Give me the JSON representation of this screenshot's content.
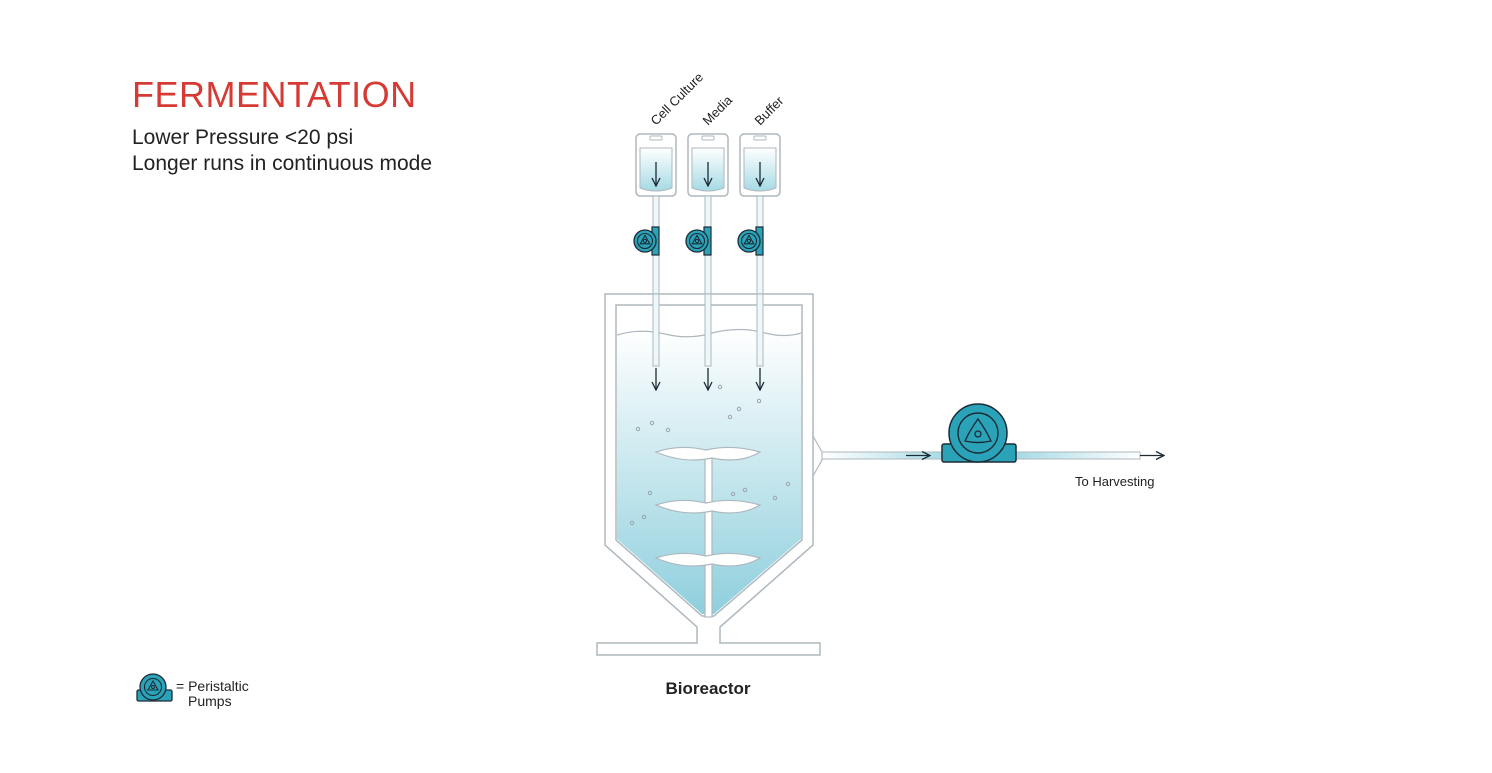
{
  "header": {
    "title": "FERMENTATION",
    "line1": "Lower Pressure <20 psi",
    "line2": "Longer runs in continuous mode"
  },
  "bags": [
    {
      "label": "Cell Culture"
    },
    {
      "label": "Media"
    },
    {
      "label": "Buffer"
    }
  ],
  "vessel_label": "Bioreactor",
  "output_label": "To Harvesting",
  "legend": {
    "line1": "= Peristaltic",
    "line2": "Pumps"
  },
  "colors": {
    "title": "#d63a34",
    "pump": "#2aa3b8",
    "outline": "#1d2b36",
    "liquid": "#9fd6e2"
  }
}
